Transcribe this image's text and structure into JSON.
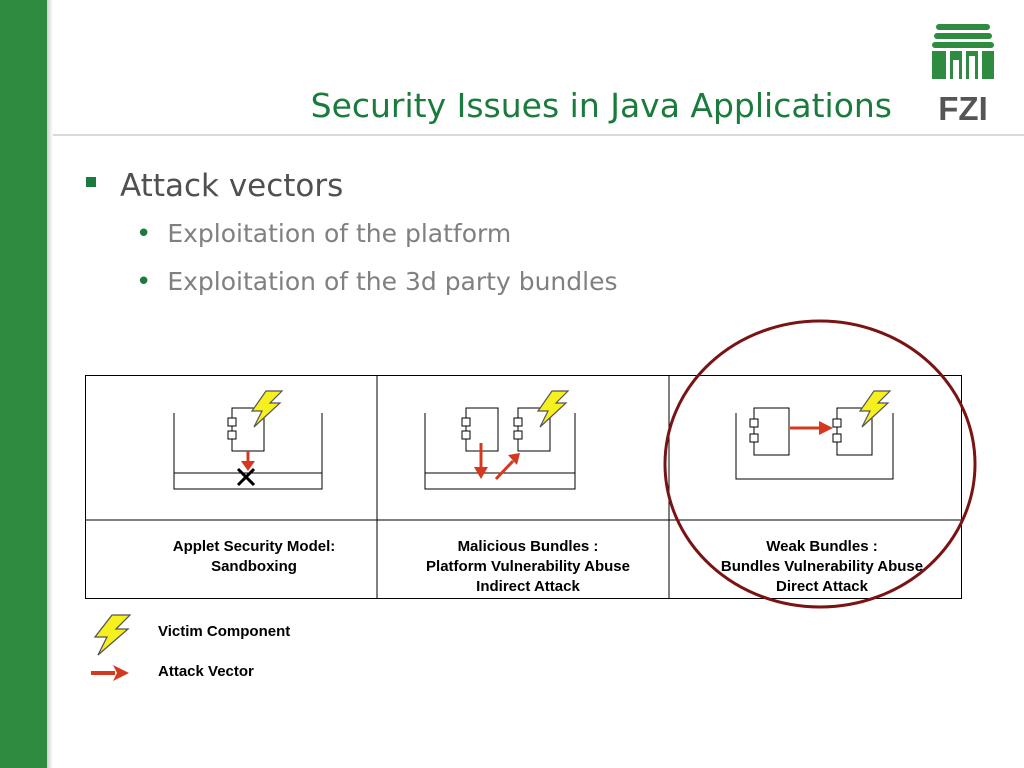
{
  "slide": {
    "title": "Security Issues in Java Applications",
    "logo_text": "FZI",
    "bullet": "Attack vectors",
    "subbullets": [
      "Exploitation of the platform",
      "Exploitation of the 3d party bundles"
    ]
  },
  "figure": {
    "captions": [
      {
        "line1": "Applet Security Model:",
        "line2": "Sandboxing",
        "line3": ""
      },
      {
        "line1": "Malicious Bundles :",
        "line2": "Platform Vulnerability Abuse",
        "line3": "Indirect Attack"
      },
      {
        "line1": "Weak Bundles :",
        "line2": "Bundles Vulnerability Abuse",
        "line3": "Direct Attack"
      }
    ],
    "legend": {
      "victim": "Victim Component",
      "attack": "Attack Vector"
    }
  },
  "colors": {
    "sidebar": "#2e8b3f",
    "title": "#1b7b3c",
    "arrow": "#d6381f",
    "bolt_fill": "#f7f01f",
    "circle": "#7a1414"
  }
}
